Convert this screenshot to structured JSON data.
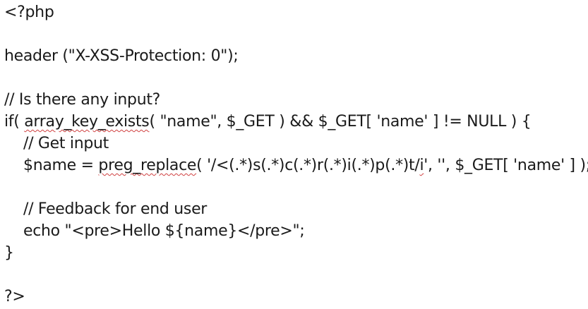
{
  "lines": {
    "l1": "<?php",
    "l3": "header (\"X-XSS-Protection: 0\");",
    "l5": "// Is there any input?",
    "l6_a": "if( ",
    "l6_b": "array_key_exists",
    "l6_c": "( \"name\", $_GET ) && $_GET[ 'name' ] != NULL ) {",
    "l7": "// Get input",
    "l8_a": "$name = ",
    "l8_b": "preg_replace",
    "l8_c": "( '/<(.*)s(.*)c(.*)r(.*)i(.*)p(.*)t/",
    "l8_d": "i",
    "l8_e": "', '', $_GET[ 'name' ] );",
    "l10": "// Feedback for end user",
    "l11": "echo \"<pre>Hello ${name}</pre>\";",
    "l12": "}",
    "l14": "?>"
  },
  "colors": {
    "text": "#1a1a1a",
    "spellcheck_underline": "#d04040",
    "background": "#ffffff"
  }
}
